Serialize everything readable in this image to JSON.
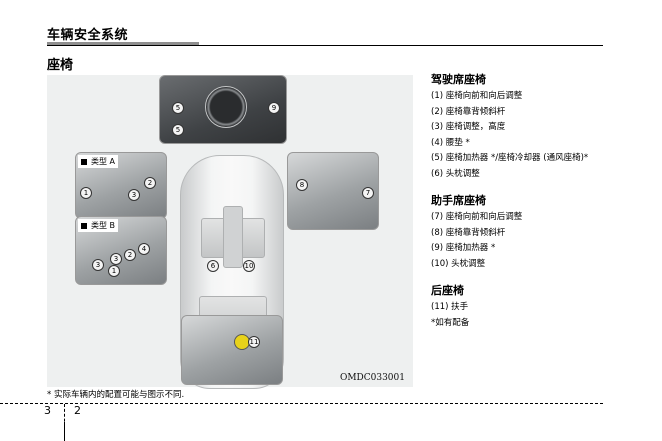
{
  "header": {
    "chapter_title": "车辆安全系统",
    "section_title": "座椅"
  },
  "figure": {
    "code": "OMDC033001",
    "caption": "* 实际车辆内的配置可能与图示不同.",
    "type_labels": [
      "类型 A",
      "类型 B"
    ],
    "callouts": {
      "console": [
        "5",
        "5",
        "9"
      ],
      "driver_type_a": [
        "1",
        "2",
        "3"
      ],
      "driver_type_b": [
        "1",
        "2",
        "3",
        "3",
        "4"
      ],
      "passenger": [
        "7",
        "8"
      ],
      "car": [
        "6",
        "10"
      ],
      "rear_armrest": [
        "11"
      ]
    },
    "colors": {
      "background": "#eef0f0",
      "armrest_arrow": "#e8d21a"
    }
  },
  "legend": {
    "groups": [
      {
        "title": "驾驶席座椅",
        "items": [
          "(1) 座椅向前和向后调整",
          "(2) 座椅靠背倾斜杆",
          "(3) 座椅调整，高度",
          "(4) 腰垫 *",
          "(5) 座椅加热器 */座椅冷却器 (通风座椅)*",
          "(6) 头枕调整"
        ]
      },
      {
        "title": "助手席座椅",
        "items": [
          "(7) 座椅向前和向后调整",
          "(8) 座椅靠背倾斜杆",
          "(9) 座椅加热器 *",
          "(10) 头枕调整"
        ]
      },
      {
        "title": "后座椅",
        "items": [
          "(11) 扶手",
          "*如有配备"
        ]
      }
    ]
  },
  "footer": {
    "chapter_number": "3",
    "page_number": "2"
  }
}
